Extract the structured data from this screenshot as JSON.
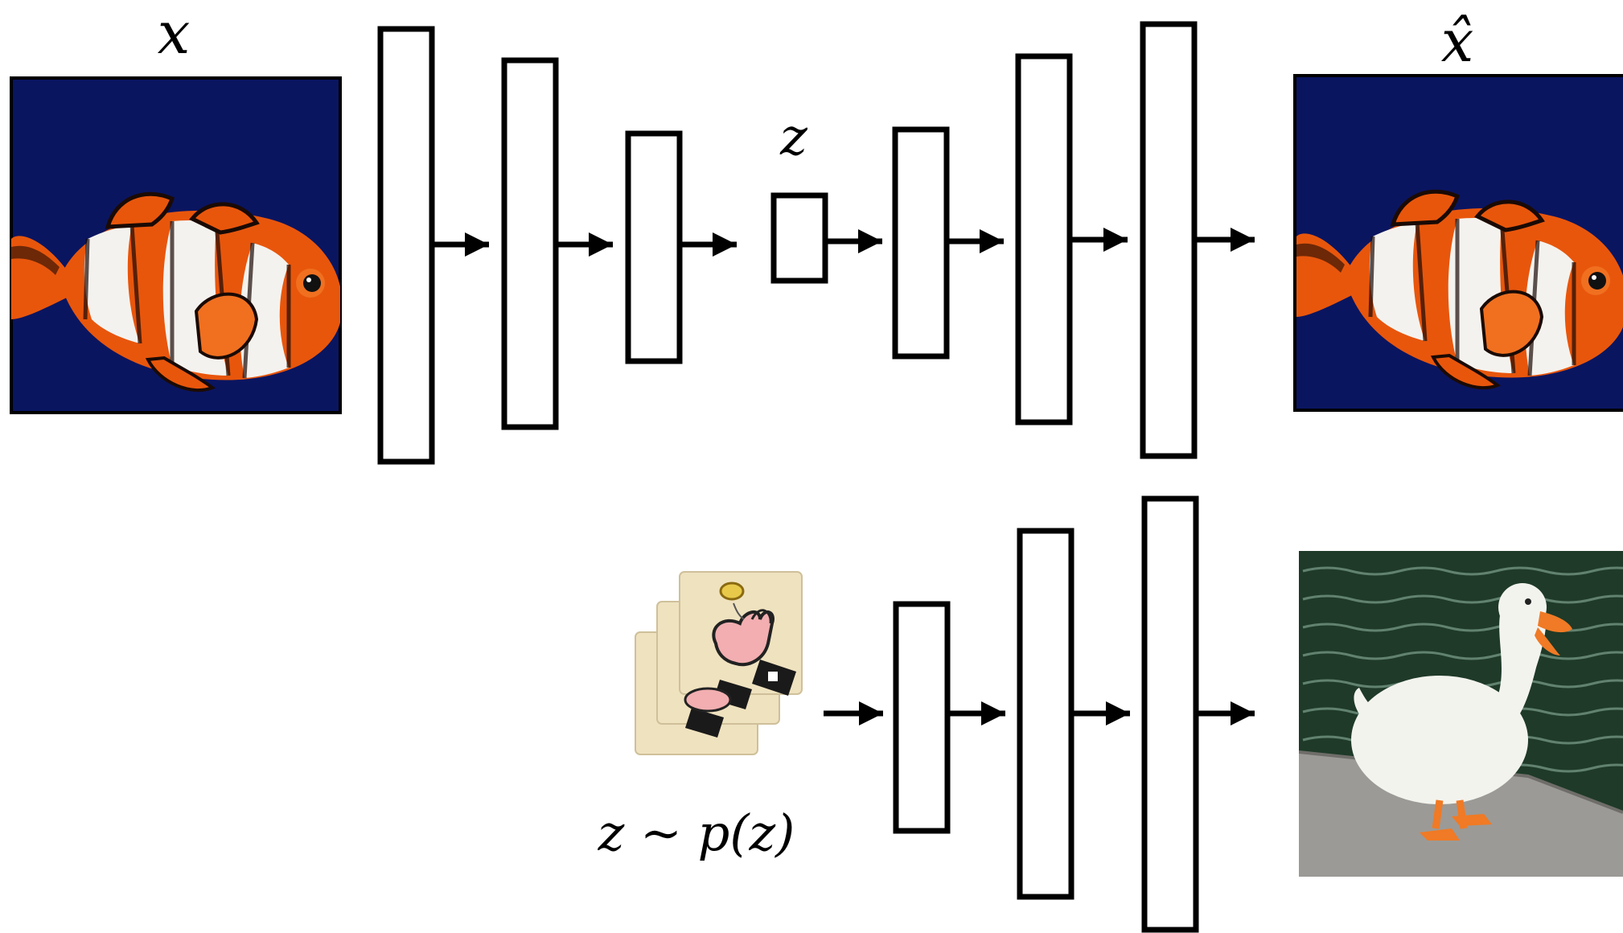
{
  "labels": {
    "input": "x",
    "reconstruction": "x̂",
    "latent": "z",
    "sampling": "z ∼ p(z)"
  },
  "colors": {
    "layer_stroke": "#000000",
    "layer_fill": "#ffffff",
    "arrow": "#000000",
    "ocean": "#0a1560",
    "fish_orange": "#e8560c",
    "fish_white": "#f4f2ee",
    "fish_dark": "#1a0a05",
    "card": "#efe2bf",
    "water": "#1f3a28",
    "duck": "#f3f3ee",
    "duck_beak": "#f07a25",
    "stone": "#9c9a96"
  },
  "icons": {
    "input_image": "clownfish-image",
    "output_image": "clownfish-image",
    "sample_image": "duck-image",
    "sampler": "coin-flip-cards-icon"
  }
}
